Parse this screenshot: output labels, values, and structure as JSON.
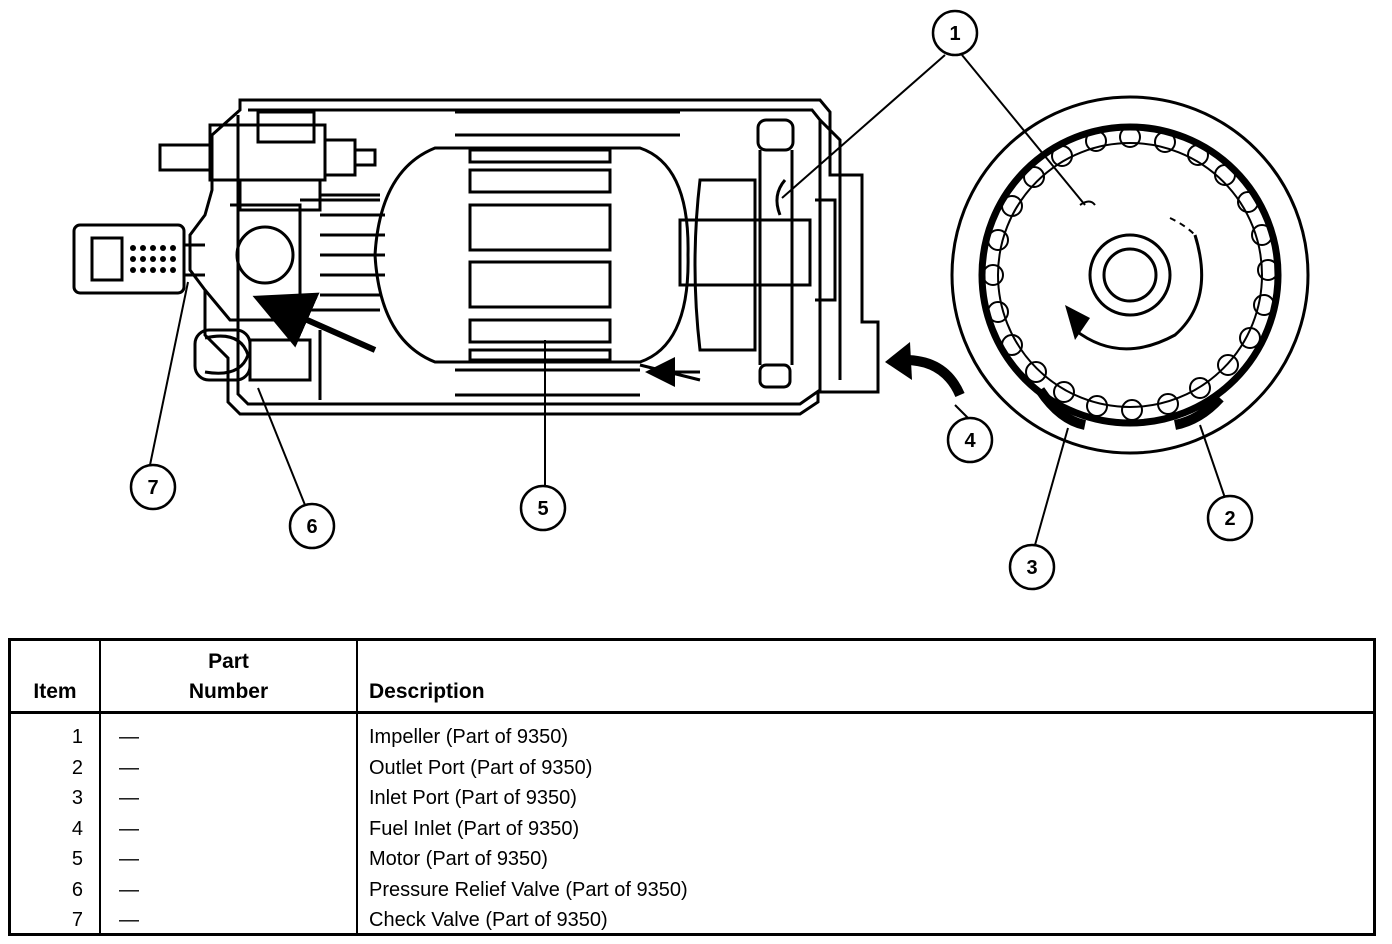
{
  "callouts": {
    "impeller": "1",
    "outlet_port": "2",
    "inlet_port": "3",
    "fuel_inlet": "4",
    "motor": "5",
    "pressure_relief_valve": "6",
    "check_valve": "7"
  },
  "table": {
    "headers": {
      "item": "Item",
      "part_number_line1": "Part",
      "part_number_line2": "Number",
      "description": "Description"
    },
    "rows": [
      {
        "item": "1",
        "part_number": "—",
        "description": "Impeller (Part of 9350)"
      },
      {
        "item": "2",
        "part_number": "—",
        "description": "Outlet Port (Part of 9350)"
      },
      {
        "item": "3",
        "part_number": "—",
        "description": "Inlet Port (Part of 9350)"
      },
      {
        "item": "4",
        "part_number": "—",
        "description": "Fuel Inlet (Part of 9350)"
      },
      {
        "item": "5",
        "part_number": "—",
        "description": "Motor (Part of 9350)"
      },
      {
        "item": "6",
        "part_number": "—",
        "description": "Pressure Relief Valve (Part of 9350)"
      },
      {
        "item": "7",
        "part_number": "—",
        "description": "Check Valve (Part of 9350)"
      }
    ]
  }
}
